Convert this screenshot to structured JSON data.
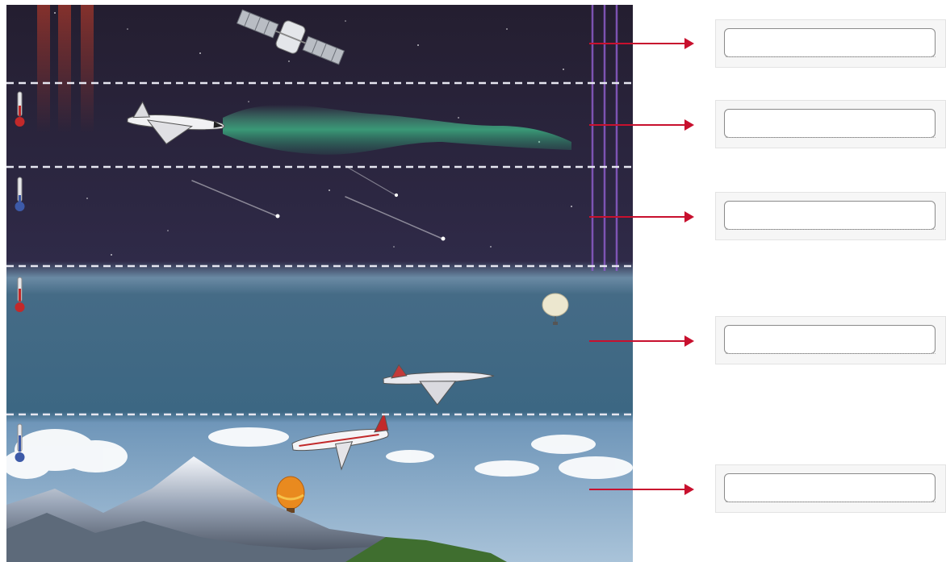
{
  "layers": [
    {
      "id": "exosphere",
      "answer": ""
    },
    {
      "id": "thermosphere",
      "answer": ""
    },
    {
      "id": "mesosphere",
      "answer": ""
    },
    {
      "id": "stratosphere",
      "answer": ""
    },
    {
      "id": "troposphere",
      "answer": ""
    }
  ],
  "colors": {
    "space": "#2a2338",
    "stratosphere": "#3f6680",
    "sky": "#7fa4c4",
    "arrow": "#c8102e",
    "divider": "#e6e6f0",
    "aurora": "#3fbf8a"
  },
  "icons": [
    "satellite-icon",
    "space-shuttle-icon",
    "aurora-icon",
    "meteor-icon",
    "thermometer-warm-icon",
    "thermometer-cold-icon",
    "weather-balloon-icon",
    "supersonic-jet-icon",
    "airliner-icon",
    "hot-air-balloon-icon",
    "mountain-icon",
    "cloud-icon"
  ]
}
